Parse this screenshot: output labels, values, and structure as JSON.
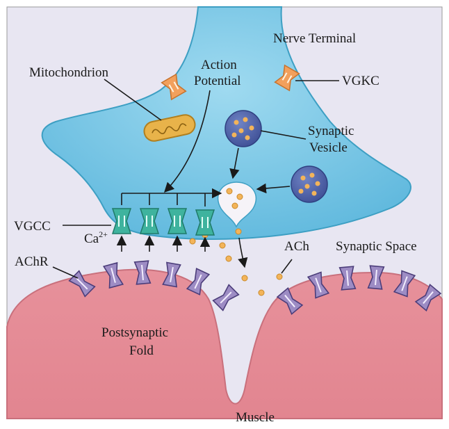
{
  "labels": {
    "nerve_terminal": "Nerve Terminal",
    "mitochondrion": "Mitochondrion",
    "action_potential_line1": "Action",
    "action_potential_line2": "Potential",
    "vgkc": "VGKC",
    "synaptic_vesicle_line1": "Synaptic",
    "synaptic_vesicle_line2": "Vesicle",
    "vgcc": "VGCC",
    "calcium_base": "Ca",
    "calcium_charge": "2+",
    "ach": "ACh",
    "synaptic_space": "Synaptic Space",
    "achr": "AChR",
    "postsynaptic_line1": "Postsynaptic",
    "postsynaptic_line2": "Fold",
    "muscle": "Muscle"
  },
  "colors": {
    "background": "#e8e6f2",
    "nerve_terminal": "#6cc2e2",
    "nerve_terminal_outline": "#3d9fc3",
    "muscle": "#e48d98",
    "muscle_outline": "#c9707c",
    "vesicle": "#4f64a8",
    "ach_dot": "#f3b45a",
    "receptor": "#9d8cc4",
    "calcium_channel": "#3fb39e",
    "potassium_channel": "#f2a05c",
    "mitochondrion": "#e8b34a"
  }
}
